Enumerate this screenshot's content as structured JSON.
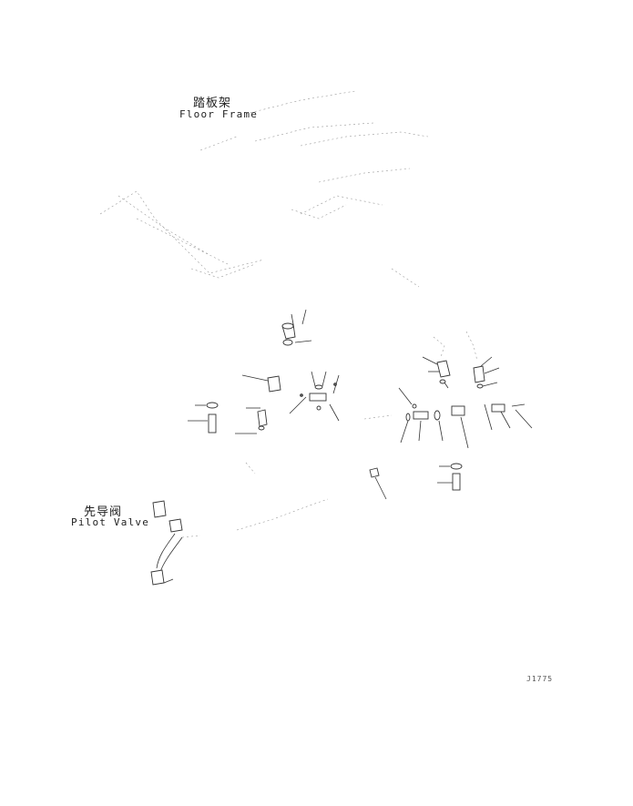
{
  "labels": {
    "floor_frame_cn": "踏板架",
    "floor_frame_en": "Floor Frame",
    "pilot_valve_cn": "先导阀",
    "pilot_valve_en": "Pilot Valve",
    "drawing_code": "J1775"
  },
  "colors": {
    "line": "#333333",
    "faint": "#999999",
    "background": "#ffffff"
  }
}
